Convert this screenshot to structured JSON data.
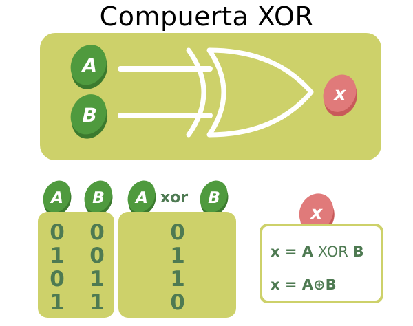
{
  "title": "Compuerta XOR",
  "colors": {
    "panel": "#cdd16a",
    "wire": "#ffffff",
    "badge_green": "#4f9a3e",
    "badge_green_dark": "#3b7a2e",
    "badge_red": "#e07a7a",
    "badge_red_dark": "#c85a5a",
    "bits_text": "#4e7a52",
    "formula_border": "#cdd16a"
  },
  "gate": {
    "input_a": "A",
    "input_b": "B",
    "output": "x"
  },
  "truth_table": {
    "header_a": "A",
    "header_b": "B",
    "header_out_a": "A",
    "header_xor": "xor",
    "header_out_b": "B",
    "col_a": [
      "0",
      "1",
      "0",
      "1"
    ],
    "col_b": [
      "0",
      "0",
      "1",
      "1"
    ],
    "col_out": [
      "0",
      "1",
      "1",
      "0"
    ]
  },
  "formulas": {
    "badge": "x",
    "line1": {
      "lhs": "x = A",
      "op": "XOR",
      "rhs": "B"
    },
    "line2": "x = A⊕B"
  }
}
